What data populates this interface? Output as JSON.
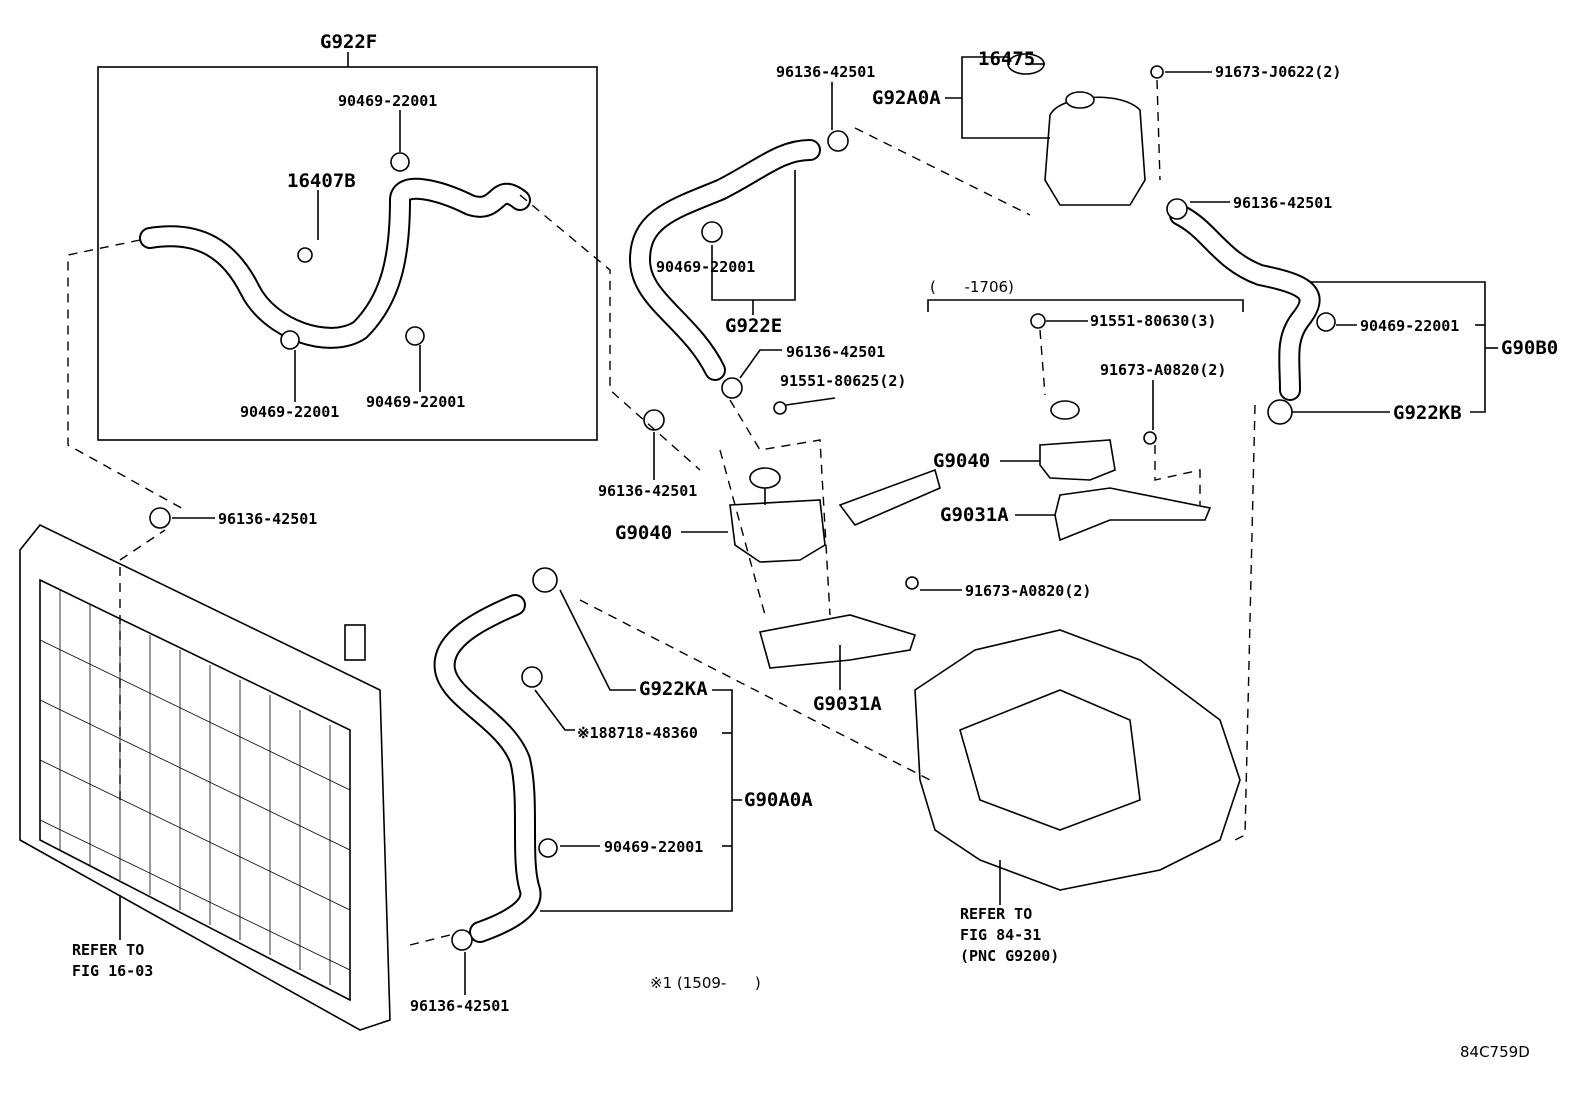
{
  "labels": {
    "g922f": "G922F",
    "clip_a": "90469-22001",
    "p16407b": "16407B",
    "clip_b": "90469-22001",
    "clip_c": "90469-22001",
    "clamp_top": "96136-42501",
    "p16475": "16475",
    "g92a0a": "G92A0A",
    "bolt_j0622": "91673-J0622(2)",
    "clamp_tank": "96136-42501",
    "clip_g922e": "90469-22001",
    "g922e": "G922E",
    "range_1706": "(      -1706)",
    "bolt_80630": "91551-80630(3)",
    "clamp_mid": "96136-42501",
    "bolt_80625": "91551-80625(2)",
    "bolt_a0820_top": "91673-A0820(2)",
    "clip_g90b0": "90469-22001",
    "g90b0": "G90B0",
    "g922kb": "G922KB",
    "g9040_right": "G9040",
    "clamp_left_mid": "96136-42501",
    "g9031a_right": "G9031A",
    "g9040_left": "G9040",
    "clamp_radiator": "96136-42501",
    "bolt_a0820_low": "91673-A0820(2)",
    "g922ka": "G922KA",
    "g9031a_low": "G9031A",
    "p188718": "※188718-48360",
    "g90a0a": "G90A0A",
    "clip_g90a0a": "90469-22001",
    "refer_radiator_1": "REFER TO",
    "refer_radiator_2": "FIG 16-03",
    "refer_inverter_1": "REFER TO",
    "refer_inverter_2": "FIG 84-31",
    "refer_inverter_3": "(PNC G9200)",
    "footnote": "※1 (1509-      )",
    "clamp_bottom": "96136-42501",
    "figure_code": "84C759D"
  }
}
